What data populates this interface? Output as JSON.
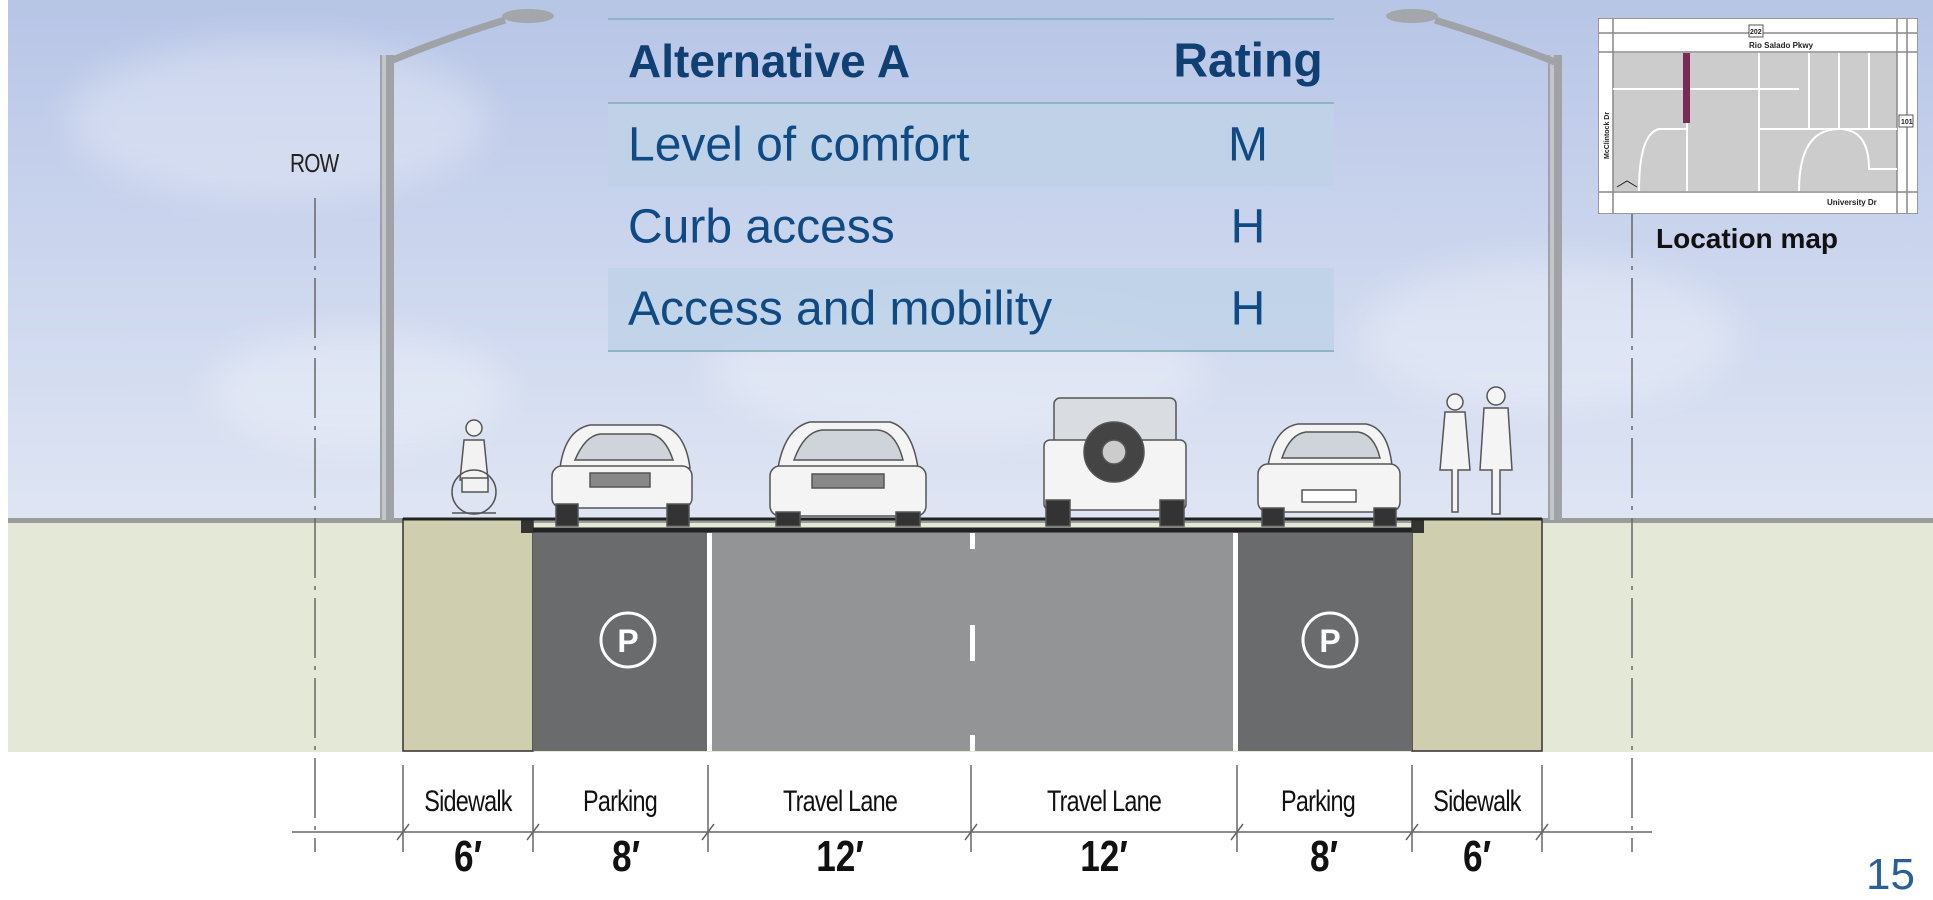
{
  "ratings_table": {
    "header_left": "Alternative A",
    "header_right": "Rating",
    "rows": [
      {
        "criterion": "Level of comfort",
        "rating": "M"
      },
      {
        "criterion": "Curb access",
        "rating": "H"
      },
      {
        "criterion": "Access and mobility",
        "rating": "H"
      }
    ]
  },
  "row_label": "ROW",
  "cross_section": {
    "segments": [
      {
        "label": "Sidewalk",
        "width": "6′"
      },
      {
        "label": "Parking",
        "width": "8′"
      },
      {
        "label": "Travel Lane",
        "width": "12′"
      },
      {
        "label": "Travel Lane",
        "width": "12′"
      },
      {
        "label": "Parking",
        "width": "8′"
      },
      {
        "label": "Sidewalk",
        "width": "6′"
      }
    ],
    "parking_symbol": "P"
  },
  "location_map": {
    "caption": "Location map",
    "labels": {
      "north_road": "Rio Salado Pkwy",
      "south_road": "University Dr",
      "west_road": "McClintock Dr",
      "east_shield": "101",
      "north_shield": "202"
    },
    "highlight_color": "#7a2a55"
  },
  "page_number": "15",
  "colors": {
    "title_text": "#0f4a84",
    "sidewalk": "#cfcfb0",
    "parking": "#6a6b6d",
    "travel_lane": "#939496"
  }
}
